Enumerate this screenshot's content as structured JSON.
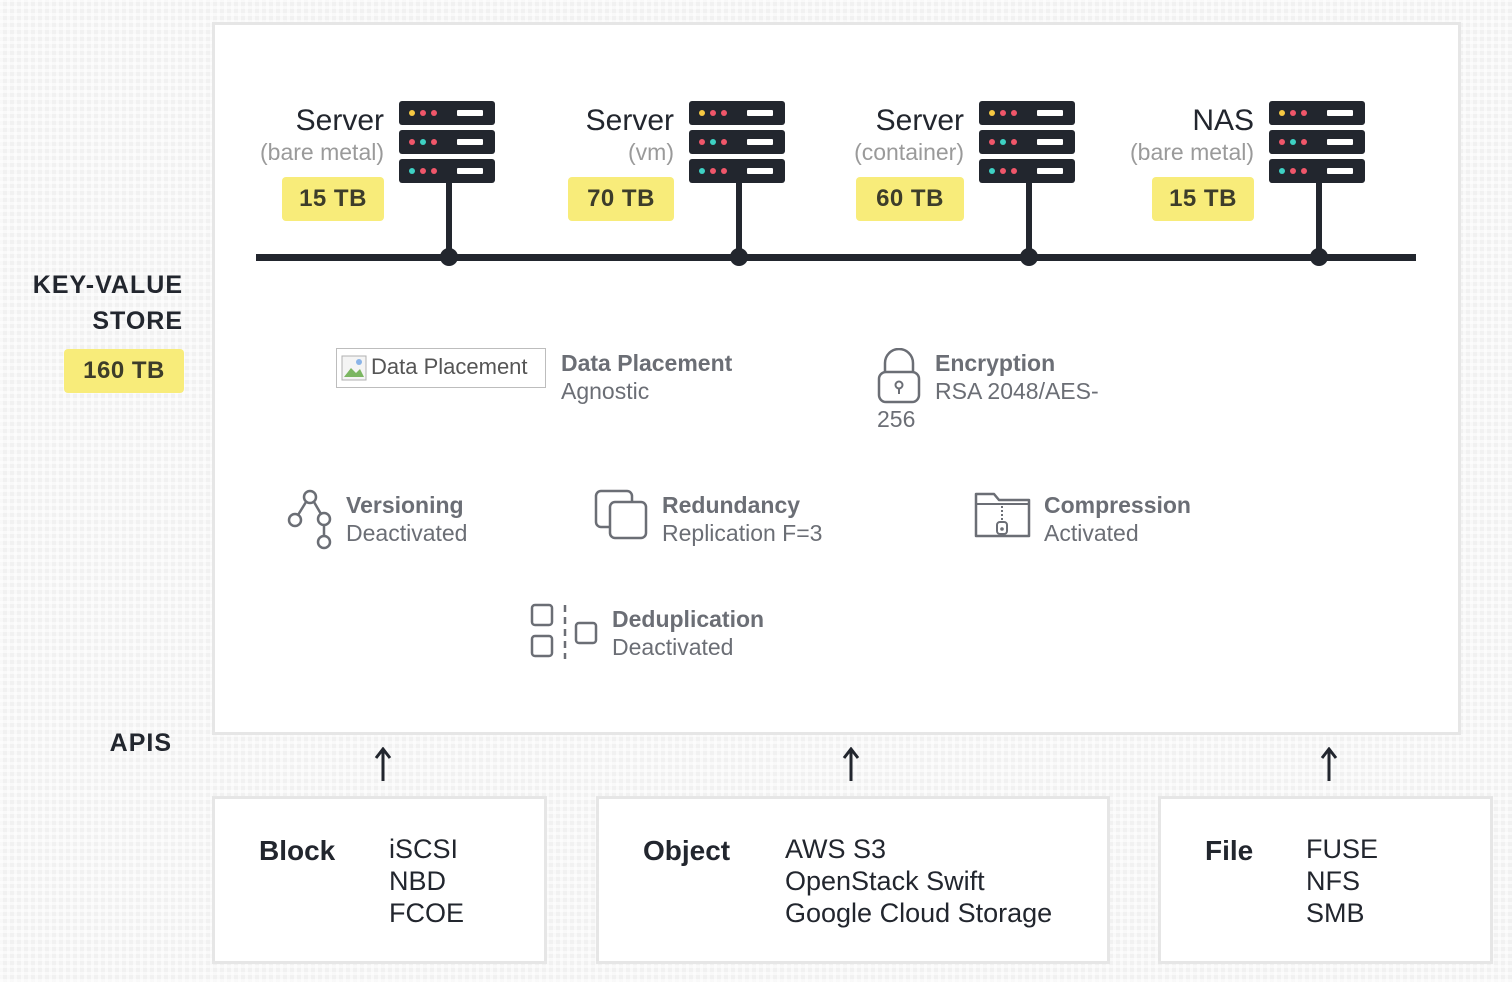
{
  "sidebar": {
    "kv_line1": "KEY-VALUE",
    "kv_line2": "STORE",
    "total_capacity": "160 TB",
    "apis_label": "APIS"
  },
  "servers": [
    {
      "name": "Server",
      "sub": "(bare metal)",
      "capacity": "15 TB"
    },
    {
      "name": "Server",
      "sub": "(vm)",
      "capacity": "70 TB"
    },
    {
      "name": "Server",
      "sub": "(container)",
      "capacity": "60 TB"
    },
    {
      "name": "NAS",
      "sub": "(bare metal)",
      "capacity": "15 TB"
    }
  ],
  "features": {
    "placement": {
      "img_alt": "Data Placement",
      "title": "Data Placement",
      "value": "Agnostic"
    },
    "encryption": {
      "icon": "lock-icon",
      "title": "Encryption",
      "value_line1": "RSA 2048/AES-",
      "value_line2": "256"
    },
    "versioning": {
      "icon": "branch-icon",
      "title": "Versioning",
      "value": "Deactivated"
    },
    "redundancy": {
      "icon": "copy-icon",
      "title": "Redundancy",
      "value": "Replication F=3"
    },
    "compression": {
      "icon": "zip-folder-icon",
      "title": "Compression",
      "value": "Activated"
    },
    "deduplication": {
      "icon": "dedup-icon",
      "title": "Deduplication",
      "value": "Deactivated"
    }
  },
  "apis": [
    {
      "name": "Block",
      "items": [
        "iSCSI",
        "NBD",
        "FCOE"
      ]
    },
    {
      "name": "Object",
      "items": [
        "AWS S3",
        "OpenStack Swift",
        "Google Cloud Storage"
      ]
    },
    {
      "name": "File",
      "items": [
        "FUSE",
        "NFS",
        "SMB"
      ]
    }
  ],
  "colors": {
    "dark": "#22262e",
    "badge": "#f8ec7a",
    "muted_text": "#6b6e75",
    "led_yellow": "#f5c842",
    "led_red": "#f0566a",
    "led_teal": "#3ed1c4"
  }
}
